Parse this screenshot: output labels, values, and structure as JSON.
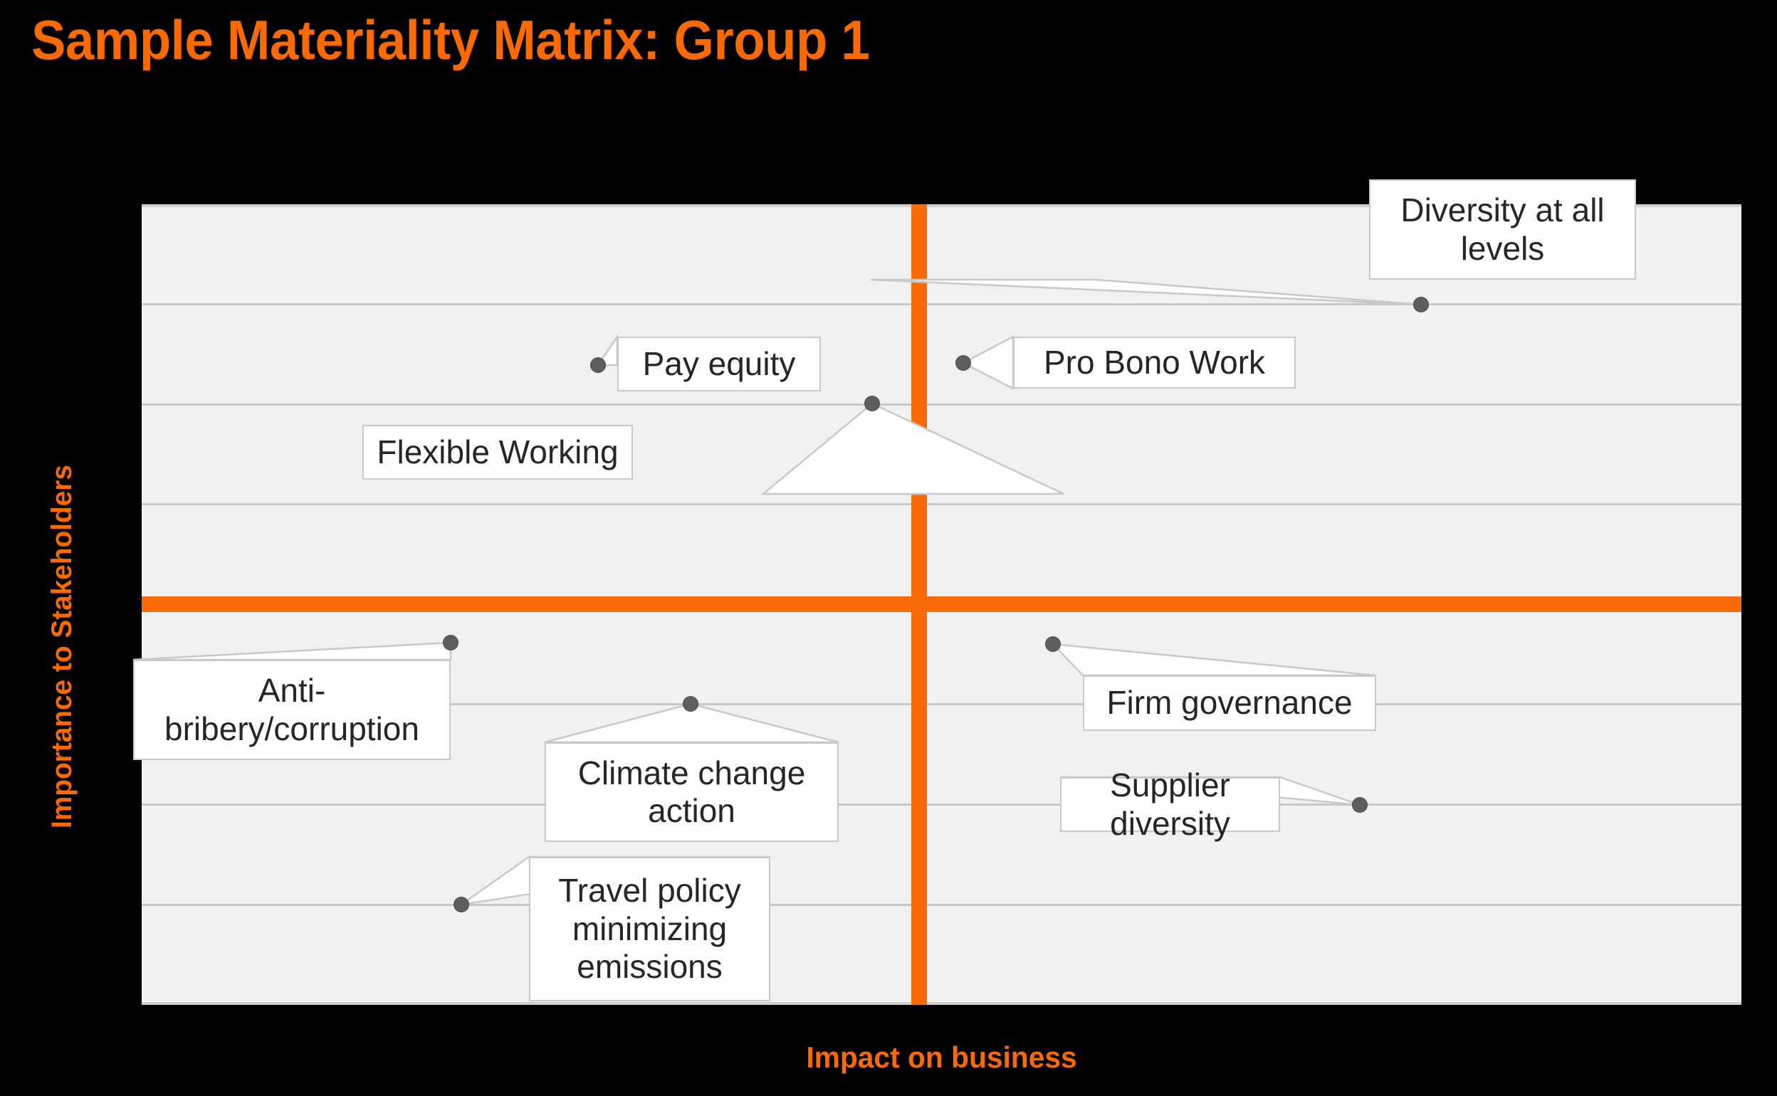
{
  "slide": {
    "title": "Sample Materiality Matrix: Group 1",
    "background_color": "#000000",
    "accent_color": "#F96A05"
  },
  "chart_data": {
    "type": "scatter",
    "title": "Sample Materiality Matrix: Group 1",
    "xlabel": "Impact on business",
    "ylabel": "Importance to Stakeholders",
    "xlim": [
      0,
      100
    ],
    "ylim": [
      0,
      100
    ],
    "grid": true,
    "legend": "none",
    "plot_background": "#F1F1F1",
    "gridline_color": "#C8C8C8",
    "marker_color": "#5E5E5E",
    "quadrant_divider_color": "#F96A05",
    "quadrant_divider_x": 48.6,
    "quadrant_divider_y": 50.0,
    "points": [
      {
        "label": "Diversity at all levels",
        "x": 80.0,
        "y": 87.5
      },
      {
        "label": "Pay equity",
        "x": 28.5,
        "y": 79.9
      },
      {
        "label": "Pro Bono Work",
        "x": 51.4,
        "y": 80.2
      },
      {
        "label": "Flexible Working",
        "x": 45.7,
        "y": 75.1
      },
      {
        "label": "Anti-bribery/corruption",
        "x": 19.3,
        "y": 45.2
      },
      {
        "label": "Firm governance",
        "x": 57.0,
        "y": 45.1
      },
      {
        "label": "Climate change action",
        "x": 34.3,
        "y": 37.6
      },
      {
        "label": "Supplier diversity",
        "x": 76.2,
        "y": 25.0
      },
      {
        "label": "Travel policy minimizing emissions",
        "x": 20.0,
        "y": 12.5
      }
    ]
  },
  "callouts": [
    {
      "id": "diversity",
      "text": "Diversity at all\nlevels"
    },
    {
      "id": "pay-equity",
      "text": "Pay equity"
    },
    {
      "id": "pro-bono",
      "text": "Pro Bono Work"
    },
    {
      "id": "flexible",
      "text": "Flexible Working"
    },
    {
      "id": "anti-bribery",
      "text": "Anti-\nbribery/corruption"
    },
    {
      "id": "governance",
      "text": "Firm governance"
    },
    {
      "id": "climate",
      "text": "Climate change\naction"
    },
    {
      "id": "supplier",
      "text": "Supplier diversity"
    },
    {
      "id": "travel",
      "text": "Travel policy\nminimizing\nemissions"
    }
  ]
}
